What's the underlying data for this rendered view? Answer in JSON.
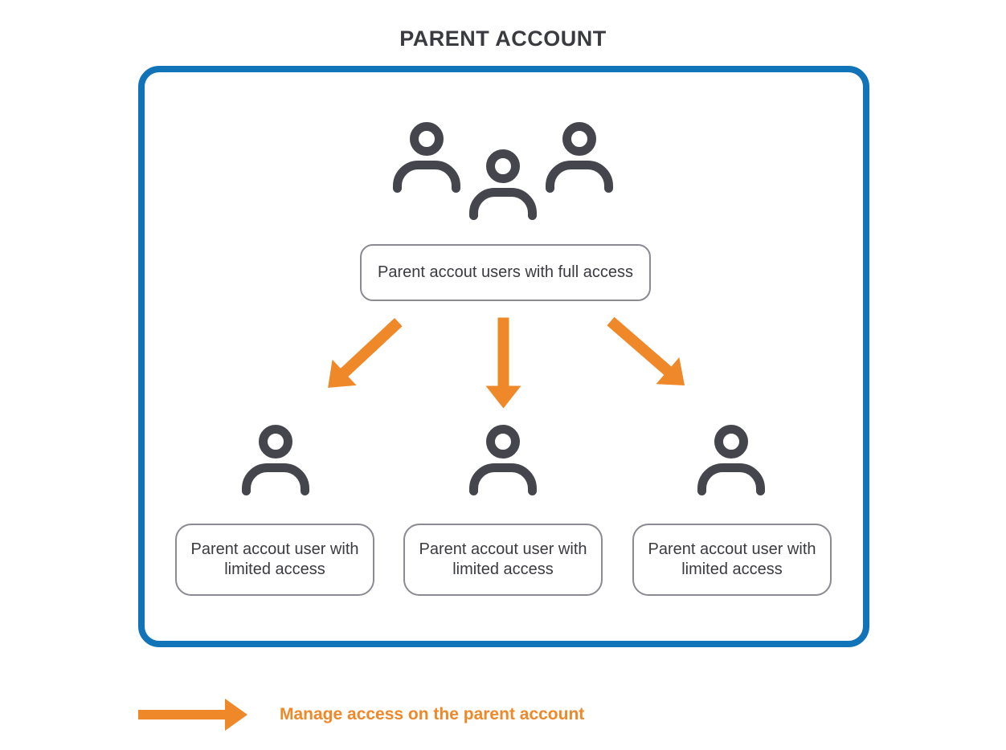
{
  "title": "PARENT ACCOUNT",
  "colors": {
    "frame": "#1274b8",
    "orange": "#ef8829",
    "icon": "#45454d",
    "box_border": "#8a8a92",
    "text": "#3a3a41"
  },
  "icons": {
    "group": "users-group-icon",
    "user": "user-icon",
    "arrows": [
      "arrow-down-left-icon",
      "arrow-down-icon",
      "arrow-down-right-icon"
    ],
    "legend": "arrow-right-icon"
  },
  "parent_box": {
    "group_label": "Parent accout users with full access"
  },
  "children": [
    {
      "label": "Parent accout user with limited access"
    },
    {
      "label": "Parent accout user with limited access"
    },
    {
      "label": "Parent accout user with limited access"
    }
  ],
  "legend": {
    "label": "Manage access on the parent account"
  }
}
